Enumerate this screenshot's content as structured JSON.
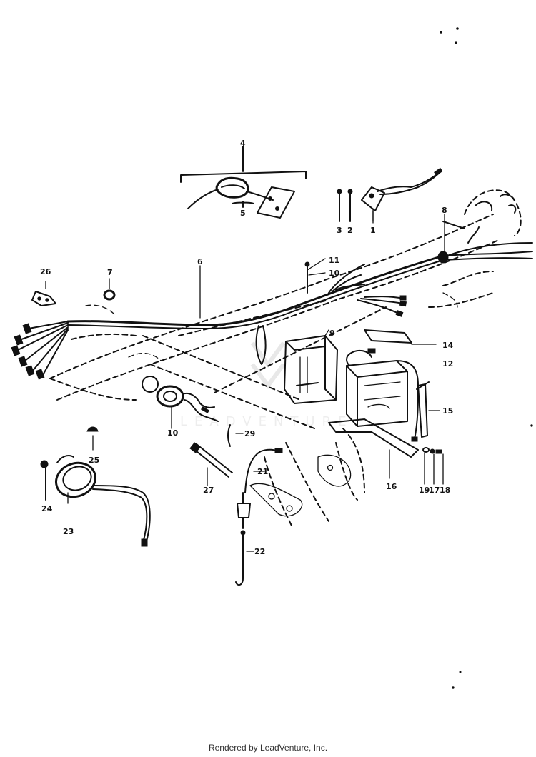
{
  "diagram": {
    "watermark_text": "LEADVENTURE",
    "callouts": {
      "c1": "1",
      "c2": "2",
      "c3": "3",
      "c4": "4",
      "c5": "5",
      "c6": "6",
      "c7": "7",
      "c8": "8",
      "c9": "9",
      "c10": "10",
      "c11": "11",
      "c12": "12",
      "c14": "14",
      "c15": "15",
      "c16": "16",
      "c17": "17",
      "c18": "18",
      "c19": "19",
      "c21": "21",
      "c22": "22",
      "c23": "23",
      "c24": "24",
      "c25": "25",
      "c26": "26",
      "c27": "27",
      "c29": "29"
    }
  },
  "footer": {
    "text": "Rendered by LeadVenture, Inc."
  }
}
